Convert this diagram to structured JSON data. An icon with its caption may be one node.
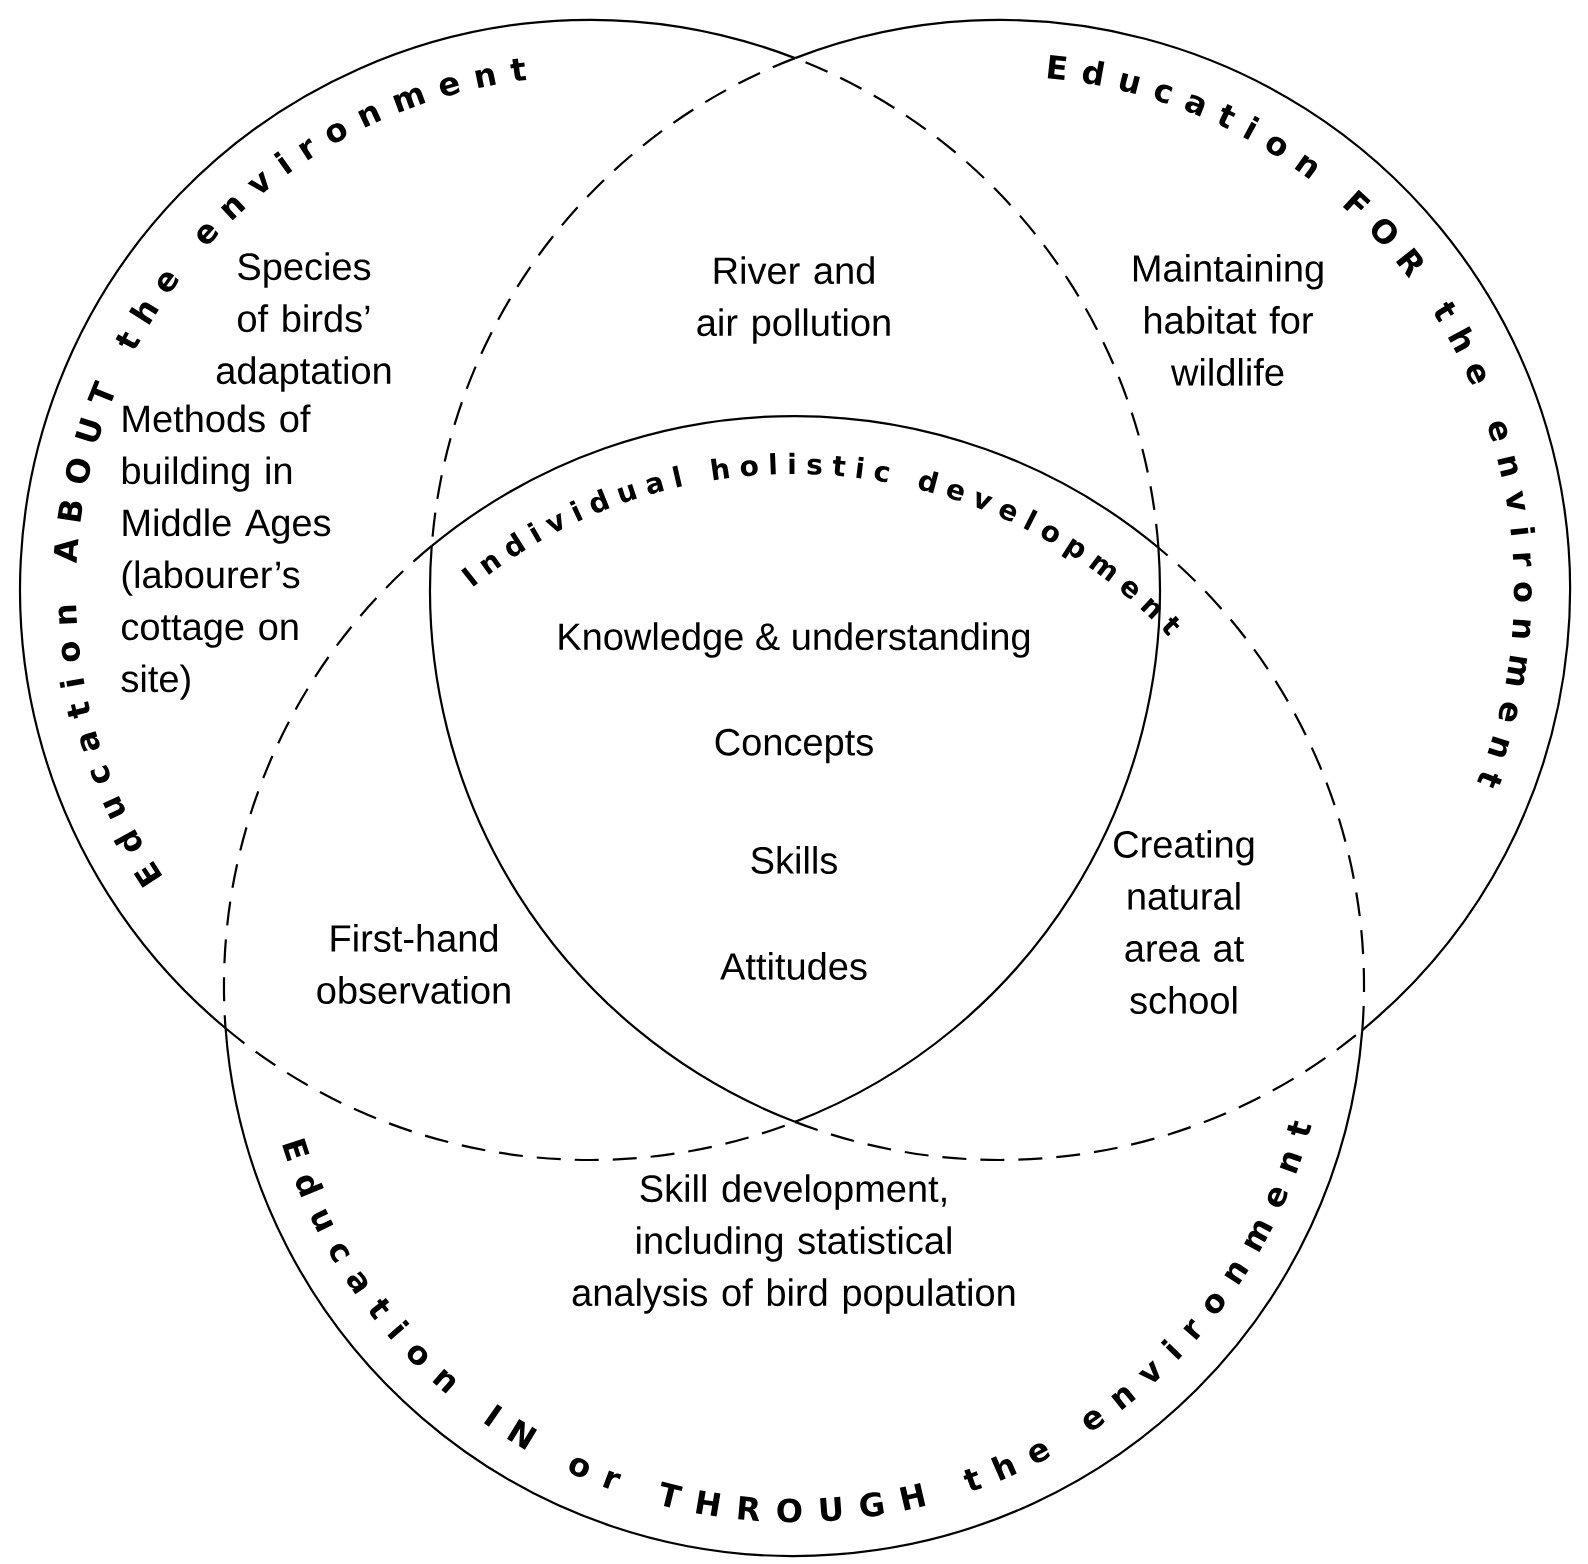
{
  "diagram": {
    "nodes": [
      {
        "text": [
          "Education ABOUT the environment"
        ]
      },
      {
        "text": [
          "Education FOR the environment"
        ]
      },
      {
        "text": [
          "Education IN or THROUGH the environment"
        ]
      },
      {
        "text": [
          "Individual holistic development",
          "Knowledge & understanding",
          "Concepts",
          "Skills",
          "Attitudes"
        ]
      }
    ],
    "labels": [
      "Species of birds’ adaptation",
      "River and air pollution",
      "Maintaining habitat for wildlife",
      "Methods of building in Middle Ages (labourer’s cottage on site)",
      "First-hand observation",
      "Creating natural area at school",
      "Skill development, including statistical analysis of bird population"
    ]
  }
}
